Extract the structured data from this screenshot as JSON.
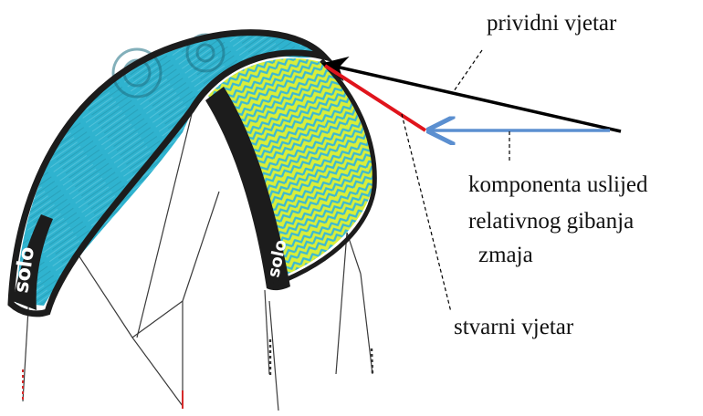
{
  "labels": {
    "apparent_wind": "prividni vjetar",
    "kite_motion_line1": "komponenta uslijed",
    "kite_motion_line2": "relativnog gibanja",
    "kite_motion_line3": "zmaja",
    "true_wind": "stvarni vjetar"
  },
  "kite": {
    "brand_text": "solo",
    "canopy_color": "#2fb3cf",
    "frame_color": "#1c1c1c",
    "inner_panel_color": "#d9ee3a",
    "inner_pattern_color": "#3bb9d3"
  },
  "arrows": {
    "apparent_wind_color": "#000000",
    "kite_motion_color": "#5b8fd0",
    "true_wind_color": "#e0141c"
  }
}
